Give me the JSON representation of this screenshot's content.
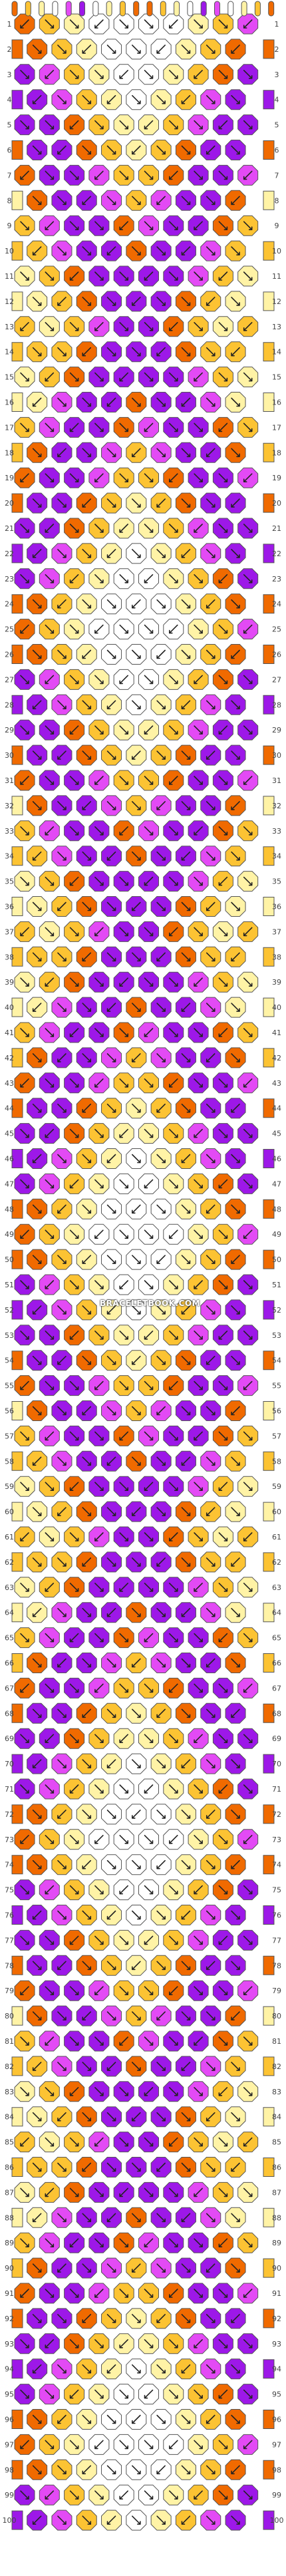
{
  "watermark": "BRACELETBOOK.COM",
  "row_count": 100,
  "row_numbers_left": [
    "1",
    "2",
    "3",
    "4",
    "5",
    "6",
    "7",
    "8",
    "9",
    "10",
    "11",
    "12",
    "13",
    "14",
    "15",
    "16",
    "17",
    "18",
    "19",
    "20",
    "21",
    "22",
    "23",
    "24",
    "25",
    "26",
    "27",
    "28",
    "29",
    "30",
    "31",
    "32",
    "33",
    "34",
    "35",
    "36",
    "37",
    "38",
    "39",
    "40",
    "41",
    "42",
    "43",
    "44",
    "45",
    "46",
    "47",
    "48",
    "49",
    "50",
    "51",
    "52",
    "53",
    "54",
    "55",
    "56",
    "57",
    "58",
    "59",
    "60",
    "61",
    "62",
    "63",
    "64",
    "65",
    "66",
    "67",
    "68",
    "69",
    "70",
    "71",
    "72",
    "73",
    "74",
    "75",
    "76",
    "77",
    "78",
    "79",
    "80",
    "81",
    "82",
    "83",
    "84",
    "85",
    "86",
    "87",
    "88",
    "89",
    "90",
    "91",
    "92",
    "93",
    "94",
    "95",
    "96",
    "97",
    "98",
    "99",
    "100"
  ],
  "string_colors": [
    "#f06a00",
    "#fcc333",
    "#fff3a6",
    "#ffffff",
    "#e34af5",
    "#9d18e8",
    "#ffffff",
    "#fff3a6",
    "#fcc333",
    "#f06a00",
    "#f06a00",
    "#fcc333",
    "#fff3a6",
    "#ffffff",
    "#9d18e8",
    "#e34af5",
    "#ffffff",
    "#fff3a6",
    "#fcc333",
    "#f06a00"
  ],
  "palette": {
    "orange": "#f06a00",
    "gold": "#fcc333",
    "cream": "#fff3a6",
    "white": "#ffffff",
    "pink": "#e34af5",
    "purple": "#9d18e8",
    "outline": "#555555"
  }
}
